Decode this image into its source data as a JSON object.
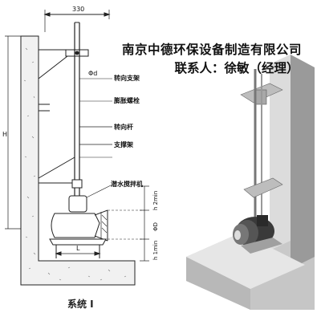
{
  "company_name": "南京中德环保设备制造有限公司",
  "contact": "联系人：徐敏（经理）",
  "drawing": {
    "system_label": "系统 Ⅰ",
    "dim_top": "330",
    "dim_left": "H",
    "dim_h2": "h 2min",
    "dim_h1": "h 1min",
    "dim_phi_D": "ΦD",
    "dim_phi_d": "Φd",
    "dim_L": "L",
    "labels": {
      "rotating_bracket": "转向支架",
      "expansion_bolt": "膨胀螺栓",
      "rotating_rod": "转向杆",
      "support_bracket": "支撑架",
      "mixer": "潜水搅拌机"
    }
  },
  "colors": {
    "line": "#222222",
    "wall_3d": "#dcdcdc",
    "wall_3d_shade": "#b8b8b8",
    "wall_3d_dark": "#9a9a9a",
    "mixer_body": "#3a3a3a"
  }
}
